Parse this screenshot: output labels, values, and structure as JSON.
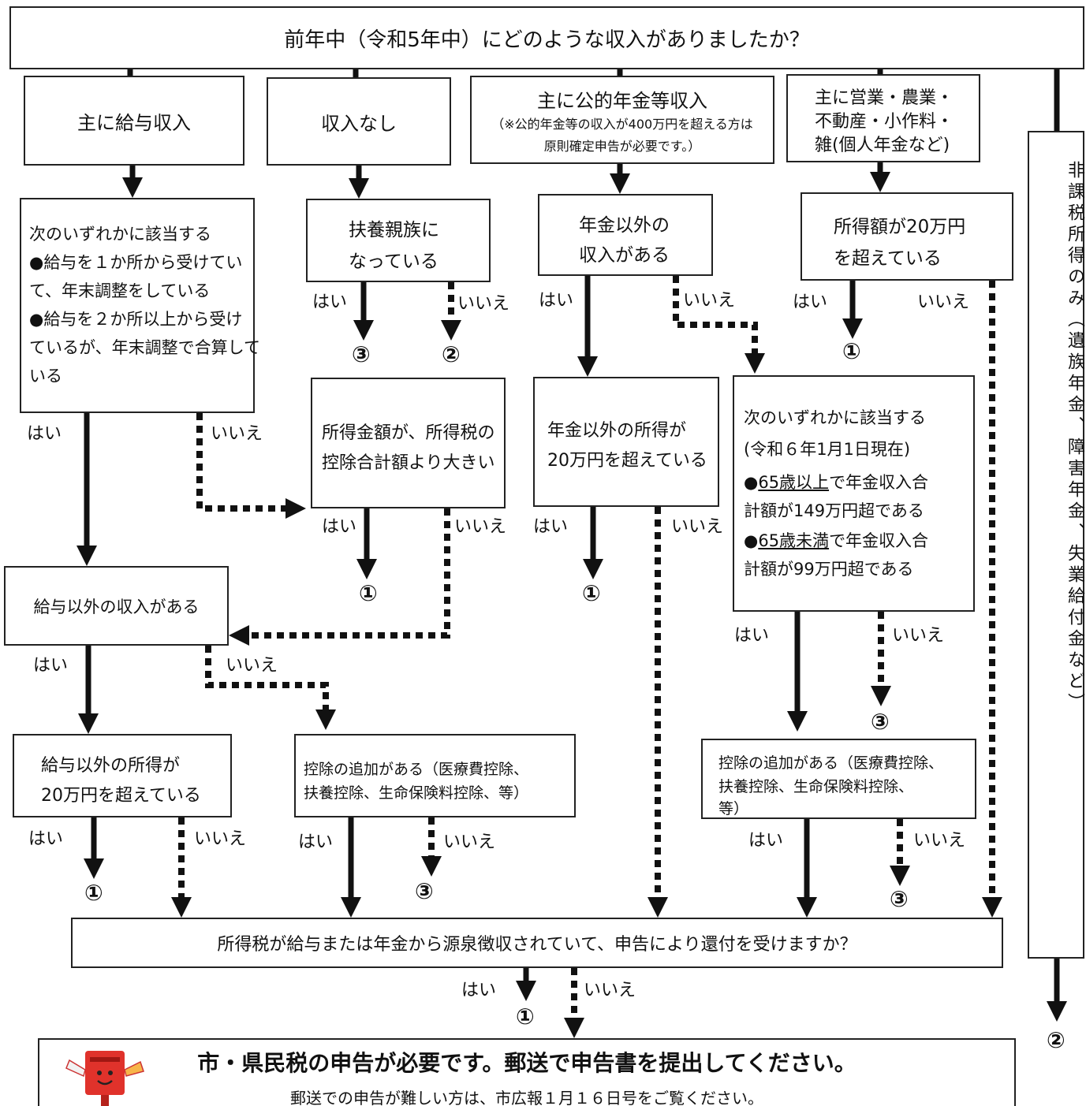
{
  "question_top": "前年中（令和5年中）にどのような収入がありましたか？",
  "col_salary": {
    "title": "主に給与収入",
    "q_heading": "次のいずれかに該当する",
    "q_line1": "●給与を１か所から受けてい",
    "q_line2": "て、年末調整をしている",
    "q_line3": "●給与を２か所以上から受け",
    "q_line4": "ているが、年末調整で合算して",
    "q_line5": "いる",
    "other_income": "給与以外の収入がある",
    "other_over_l1": "給与以外の所得が",
    "other_over_l2": "20万円を超えている"
  },
  "col_noincome": {
    "title": "収入なし",
    "dependent_l1": "扶養親族に",
    "dependent_l2": "なっている",
    "income_gt_l1": "所得金額が、所得税の",
    "income_gt_l2": "控除合計額より大きい",
    "deduction_l1": "控除の追加がある（医療費控除、",
    "deduction_l2": "扶養控除、生命保険料控除、等）"
  },
  "col_pension": {
    "title": "主に公的年金等収入",
    "note_l1": "（※公的年金等の収入が400万円を超える方は",
    "note_l2": "原則確定申告が必要です。）",
    "other_l1": "年金以外の",
    "other_l2": "収入がある",
    "other_over_l1": "年金以外の所得が",
    "other_over_l2": "20万円を超えている",
    "q_heading": "次のいずれかに該当する",
    "q_date": "(令和６年1月1日現在)",
    "q_bullet": "●",
    "q_65_over": "65歳以上",
    "q_line1_rest": "で年金収入合",
    "q_line2": "計額が149万円超である",
    "q_65_under": "65歳未満",
    "q_line3_rest": "で年金収入合",
    "q_line4": "計額が99万円超である",
    "deduction_l1": "控除の追加がある（医療費控除、",
    "deduction_l2": "扶養控除、生命保険料控除、",
    "deduction_l3": "等）"
  },
  "col_business": {
    "title_l1": "主に営業・農業・",
    "title_l2": "不動産・小作料・",
    "title_l3": "雑(個人年金など)",
    "over_l1": "所得額が20万円",
    "over_l2": "を超えている"
  },
  "nontaxable": "非課税所得のみ（遺族年金、障害年金、失業給付金など）",
  "refund_question": "所得税が給与または年金から源泉徴収されていて、申告により還付を受けますか？",
  "yes": "はい",
  "no": "いいえ",
  "n1": "①",
  "n2": "②",
  "n3": "③",
  "final_title": "市・県民税の申告が必要です。郵送で申告書を提出してください。",
  "final_sub": "郵送での申告が難しい方は、市広報１月１６日号をご覧ください。"
}
